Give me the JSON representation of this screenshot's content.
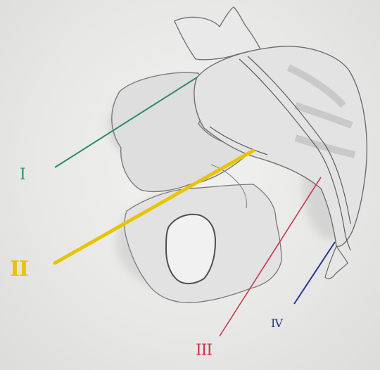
{
  "labels": [
    {
      "id": "I",
      "text": "I",
      "color": "#2e8b6b"
    },
    {
      "id": "II",
      "text": "II",
      "color": "#e8c400"
    },
    {
      "id": "III",
      "text": "III",
      "color": "#c9364a"
    },
    {
      "id": "IV",
      "text": "IV",
      "color": "#283593"
    }
  ],
  "line_colors": {
    "pencil": "#6e6e6e",
    "shade": "#b8b8b8"
  }
}
